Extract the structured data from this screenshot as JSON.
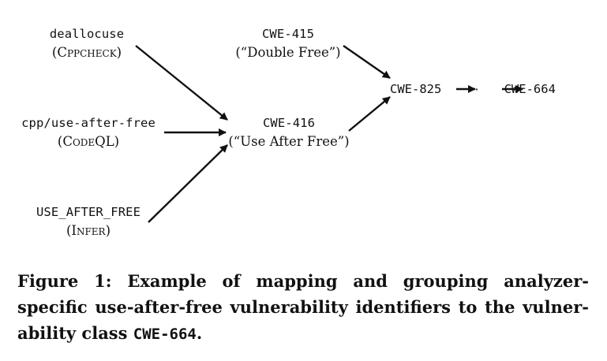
{
  "diagram": {
    "analyzers": [
      {
        "id": "deallocuse",
        "label": "deallocuse",
        "tool": "Cppcheck"
      },
      {
        "id": "codeql",
        "label": "cpp/use-after-free",
        "tool": "CodeQL"
      },
      {
        "id": "infer",
        "label": "USE_AFTER_FREE",
        "tool": "Infer"
      }
    ],
    "cwes": [
      {
        "id": "cwe415",
        "label": "CWE-415",
        "desc": "(“Double Free”)"
      },
      {
        "id": "cwe416",
        "label": "CWE-416",
        "desc": "(“Use After Free”)"
      }
    ],
    "chain": {
      "start": "CWE-825",
      "ellipsis": "···",
      "end": "CWE-664"
    }
  },
  "caption": {
    "lead": "Figure 1: Example of mapping and grouping analyzer-specific use-after-free vulnerability identifiers to the vulner­ability class ",
    "code": "CWE-664",
    "tail": "."
  }
}
